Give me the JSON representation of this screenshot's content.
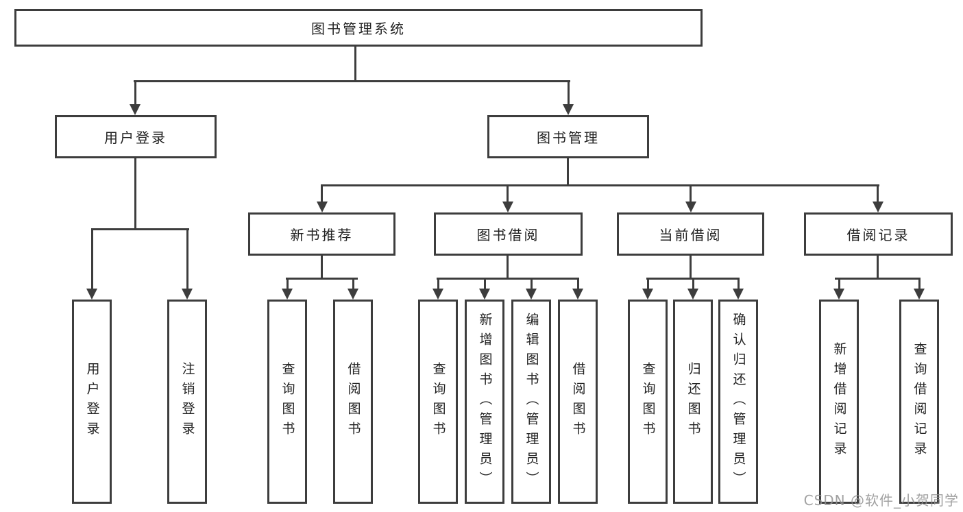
{
  "diagram": {
    "title": "图书管理系统",
    "level1": [
      {
        "label": "用户登录"
      },
      {
        "label": "图书管理"
      }
    ],
    "level2": [
      {
        "label": "新书推荐"
      },
      {
        "label": "图书借阅"
      },
      {
        "label": "当前借阅"
      },
      {
        "label": "借阅记录"
      }
    ],
    "leaves": [
      {
        "label": "用户登录"
      },
      {
        "label": "注销登录"
      },
      {
        "label": "查询图书"
      },
      {
        "label": "借阅图书"
      },
      {
        "label": "查询图书"
      },
      {
        "label": "新增图书（管理员）"
      },
      {
        "label": "编辑图书（管理员）"
      },
      {
        "label": "借阅图书"
      },
      {
        "label": "查询图书"
      },
      {
        "label": "归还图书"
      },
      {
        "label": "确认归还（管理员）"
      },
      {
        "label": "新增借阅记录"
      },
      {
        "label": "查询借阅记录"
      }
    ],
    "watermark": "CSDN @软件_小贺同学",
    "colors": {
      "line": "#3d3d3d",
      "text": "#222222",
      "background": "#ffffff",
      "watermark": "#999999"
    }
  }
}
